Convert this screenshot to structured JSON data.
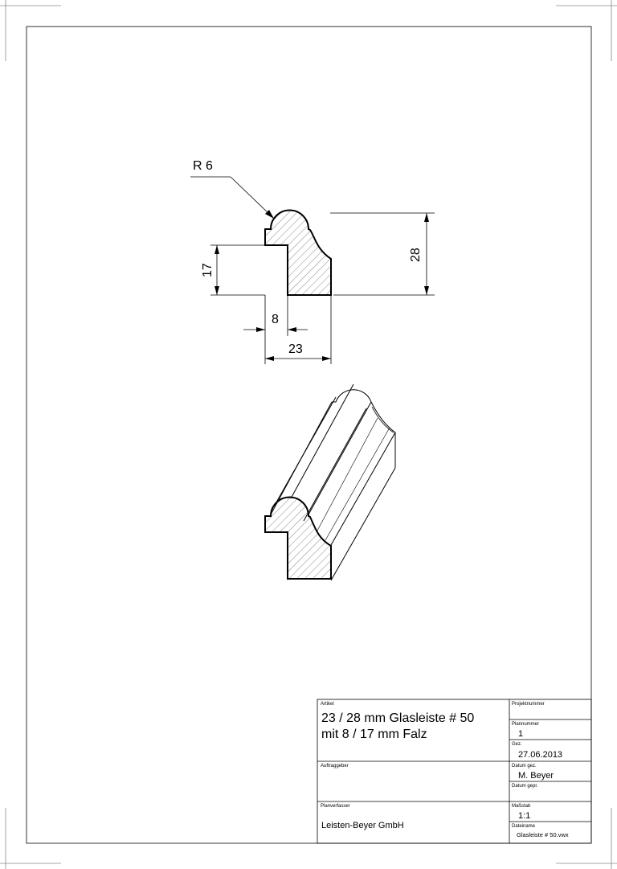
{
  "dimensions": {
    "radius": "R 6",
    "height_rebate": "17",
    "height_total": "28",
    "width_rebate": "8",
    "width_total": "23"
  },
  "title_block": {
    "artikel_label": "Artikel",
    "artikel_line1": "23 / 28 mm Glasleiste # 50",
    "artikel_line2": "mit 8 / 17 mm Falz",
    "projektnummer_label": "Projektnummer",
    "projektnummer_value": "",
    "plannummer_label": "Plannummer",
    "plannummer_value": "1",
    "gez_label": "Gez.",
    "gez_value": "27.06.2013",
    "auftraggeber_label": "Auftraggeber",
    "auftraggeber_value": "",
    "datum_gez_label": "Datum gez.",
    "datum_gez_value": "M. Beyer",
    "datum_gepr_label": "Datum gepr.",
    "datum_gepr_value": "",
    "planverfasser_label": "Planverfasser",
    "planverfasser_value": "Leisten-Beyer GmbH",
    "massstab_label": "Maßstab",
    "massstab_value": "1:1",
    "dateiname_label": "Dateiname",
    "dateiname_value": "Glasleiste # 50.vwx"
  },
  "colors": {
    "line": "#000000",
    "hatch": "#555555",
    "background": "#ffffff"
  }
}
